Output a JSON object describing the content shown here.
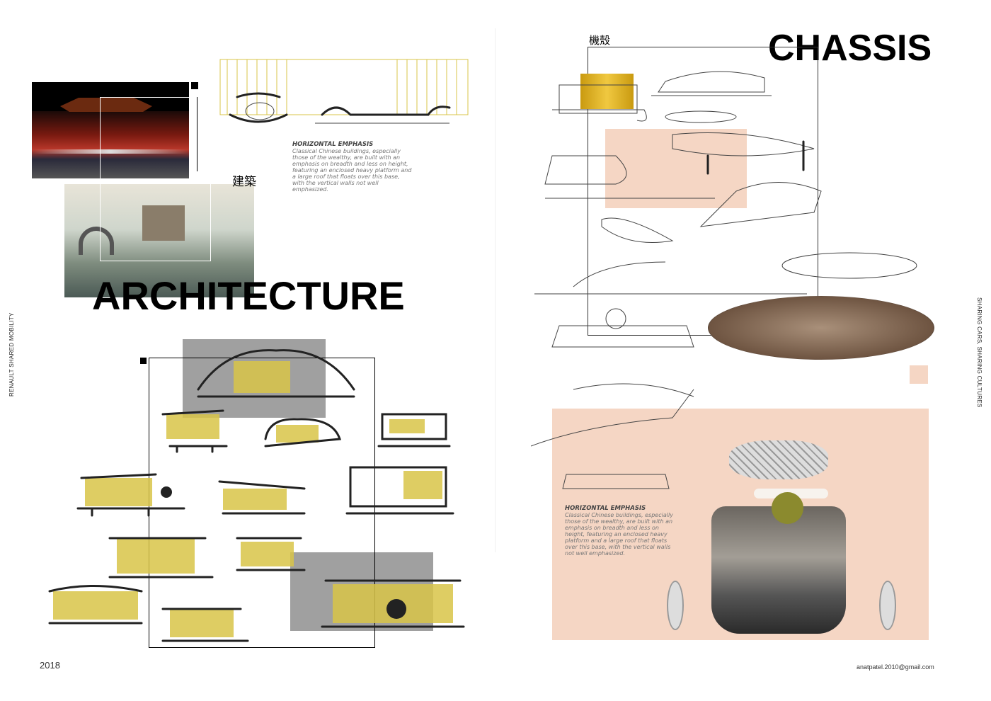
{
  "left_page": {
    "vertical_label": "RENAULT SHARED MOBILITY",
    "title": "ARCHITECTURE",
    "chinese_label": "建築",
    "note": {
      "heading": "HORIZONTAL EMPHASIS",
      "body": "Classical Chinese buildings, especially those of the wealthy, are built with an emphasis on breadth and less on height, featuring an enclosed heavy platform and a large roof that floats over this base, with the vertical walls not well emphasized."
    },
    "year": "2018"
  },
  "right_page": {
    "title": "CHASSIS",
    "chinese_label": "機殼",
    "vertical_label": "SHARING CARS, SHARING CULTURES",
    "note": {
      "heading": "HORIZONTAL EMPHASIS",
      "body": "Classical Chinese buildings, especially those of the wealthy, are built with an emphasis on breadth and less on height, featuring an enclosed heavy platform and a large roof that floats over this base, with the vertical walls not well emphasized."
    },
    "email": "anatpatel.2010@gmail.com"
  },
  "colors": {
    "peach": "#f5d6c4",
    "yellow": "#d8c448",
    "grey": "#a0a0a0"
  }
}
